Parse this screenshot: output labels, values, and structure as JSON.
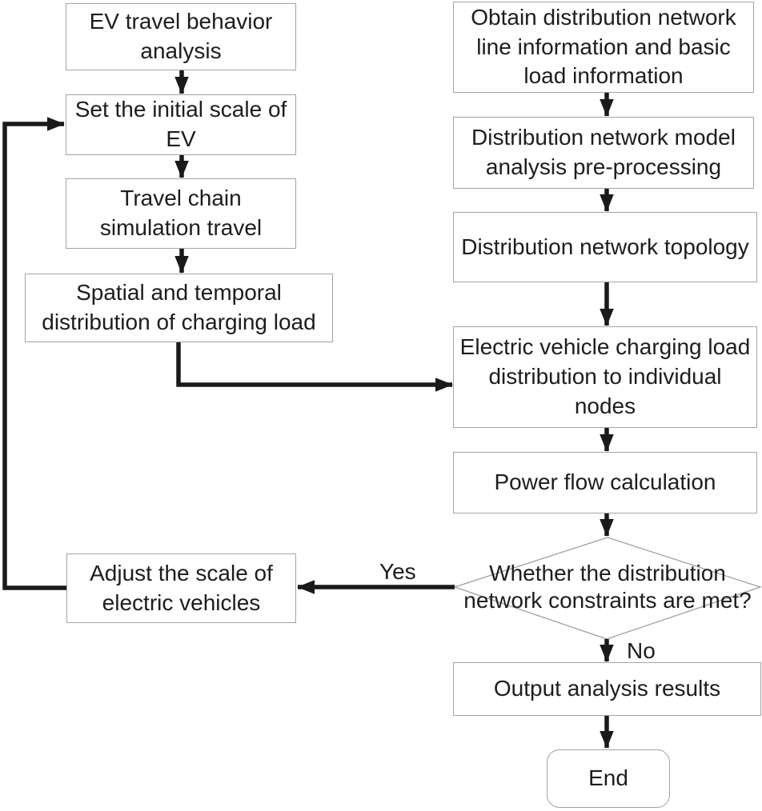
{
  "nodes": {
    "ev_travel": [
      "EV travel behavior",
      "analysis"
    ],
    "set_initial_scale": [
      "Set the initial scale of",
      "EV"
    ],
    "travel_chain": [
      "Travel chain",
      "simulation travel"
    ],
    "spatial_temporal": [
      "Spatial and temporal",
      "distribution of charging load"
    ],
    "adjust_scale": [
      "Adjust the scale of",
      "electric vehicles"
    ],
    "obtain_info": [
      "Obtain distribution network",
      "line information and basic",
      "load information"
    ],
    "model_preprocessing": [
      "Distribution network model",
      "analysis pre-processing"
    ],
    "topology": [
      "Distribution network topology"
    ],
    "load_to_nodes": [
      "Electric vehicle charging load",
      "distribution to individual",
      "nodes"
    ],
    "power_flow": [
      "Power flow calculation"
    ],
    "constraints_decision": [
      "Whether the distribution",
      "network constraints are met?"
    ],
    "output_results": [
      "Output analysis results"
    ],
    "end": [
      "End"
    ]
  },
  "labels": {
    "yes": "Yes",
    "no": "No"
  },
  "colors": {
    "arrow_line": "#1a1a1a",
    "box_border": "#a4a4a4",
    "text": "#1d1d1d",
    "background": "#ffffff"
  }
}
